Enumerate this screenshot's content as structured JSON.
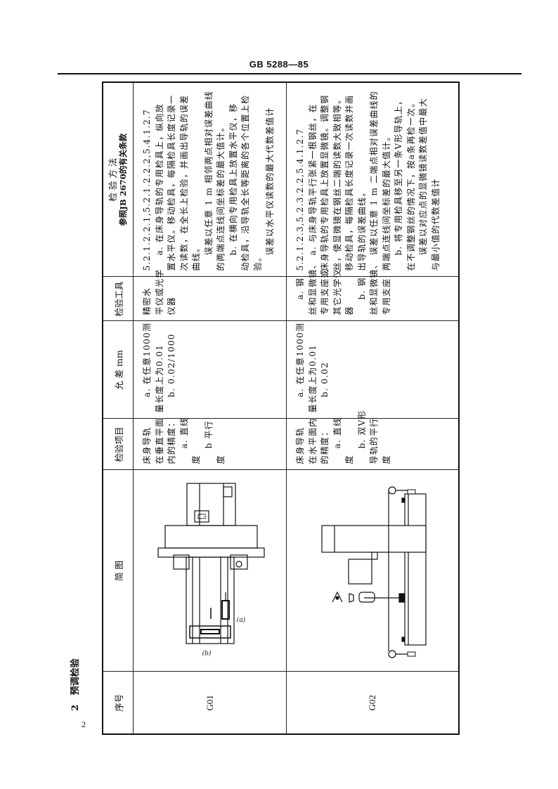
{
  "header": {
    "standard_number": "GB 5288—85"
  },
  "section": {
    "number": "2",
    "title": "预调检验"
  },
  "page_number": "2",
  "table": {
    "columns": {
      "no": "序号",
      "diagram": "简 图",
      "item": "检验项目",
      "tolerance": "允 差 mm",
      "tool": "检验工具",
      "method_title": "检 验 方 法",
      "method_subtitle": "参照JB 2670的有关条款"
    },
    "rows": [
      {
        "no": "G01",
        "diagram_labels": {
          "a": "(a)",
          "b": "(b)"
        },
        "item": [
          "床身导轨",
          "在垂直平面",
          "内的精度：",
          "a. 直线",
          "度",
          "b 平行",
          "度"
        ],
        "tolerance": [
          "a.  在任意1000测",
          "量长度上为0.01",
          "b.  0.02/1000"
        ],
        "tool": [
          "精密水",
          "平仪或光学",
          "仪器"
        ],
        "method": [
          "5.2.1.2.2.1,5.2.1.2.2.2,5.4.1.2.7",
          "a.  在床身导轨的专用检具上，纵向放",
          "置水平仪。移动检具，每隔检具长度记录一",
          "次读数，在全长上检验，并画出导轨的误差",
          "曲线。",
          "误差以任意 1 m 相邻两点相对误差曲线",
          "的两端点连线间坐标差的最大值计。",
          "b.  在横向专用检具上放置水平仪，移",
          "动检具，沿导轨全长等距离的各个位置上检",
          "验。",
          "误差以水平仪读数的最大代数差值计"
        ]
      },
      {
        "no": "G02",
        "item": [
          "床身导轨",
          "在水平面内",
          "的精度：",
          "a. 直线",
          "度",
          "b. 双V形",
          "导轨的平行",
          "度"
        ],
        "tolerance": [
          "a.  在任意1000测",
          "量长度上为0.01",
          "b.  0.02"
        ],
        "tool": [
          "a.  钢",
          "丝和显微镜、",
          "专用支座或",
          "其它光学仪",
          "器",
          "b.  钢",
          "丝和显微镜、",
          "专用支座"
        ],
        "method": [
          "5.2.1.2.3,5.2.3.2.2,5.4.1.2.7",
          "a.  与床身导轨平行张紧一根钢丝，在",
          "床身导轨的专用检具上放置显微镜。调整钢",
          "丝，使显微镜在钢丝二端的读数大致相等。",
          "移动检具，每隔检具长度记录一次读数并画",
          "出导轨的误差曲线。",
          "误差以任意 1 m 二端点相对误差曲线的",
          "两端点连线间坐标差的最大值计。",
          "b.  将专用检具移至另一条V形导轨上，",
          "在不调整钢丝的情况下，按a条再检一次。",
          "误差以对应点的显微镜读数差值中最大",
          "与最小值的代数差值计"
        ]
      }
    ]
  }
}
